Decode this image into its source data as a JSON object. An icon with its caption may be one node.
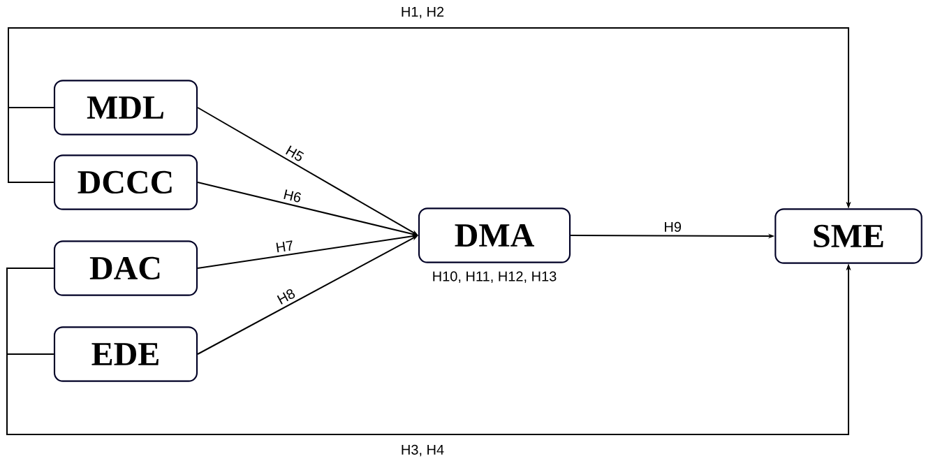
{
  "diagram": {
    "nodes": [
      {
        "text": [
          "MDL"
        ]
      },
      {
        "text": [
          "DCCC"
        ]
      },
      {
        "text": [
          "DAC"
        ]
      },
      {
        "text": [
          "EDE"
        ]
      },
      {
        "text": [
          "DMA"
        ],
        "beside": [
          "H10, H11, H12, H13"
        ]
      },
      {
        "text": [
          "SME"
        ]
      }
    ],
    "edges": [
      {
        "from": 0,
        "to": 5,
        "arrow": "to",
        "label": "H1, H2"
      },
      {
        "from": 1,
        "to": 5,
        "arrow": "to"
      },
      {
        "from": 2,
        "to": 5,
        "arrow": "to",
        "label": "H3, H4"
      },
      {
        "from": 3,
        "to": 5,
        "arrow": "to"
      },
      {
        "from": 0,
        "to": 4,
        "arrow": "to",
        "label": "H5"
      },
      {
        "from": 1,
        "to": 4,
        "arrow": "to",
        "label": "H6"
      },
      {
        "from": 2,
        "to": 4,
        "arrow": "to",
        "label": "H7"
      },
      {
        "from": 3,
        "to": 4,
        "arrow": "to",
        "label": "H8"
      },
      {
        "from": 4,
        "to": 5,
        "arrow": "to",
        "label": "H9"
      }
    ]
  }
}
